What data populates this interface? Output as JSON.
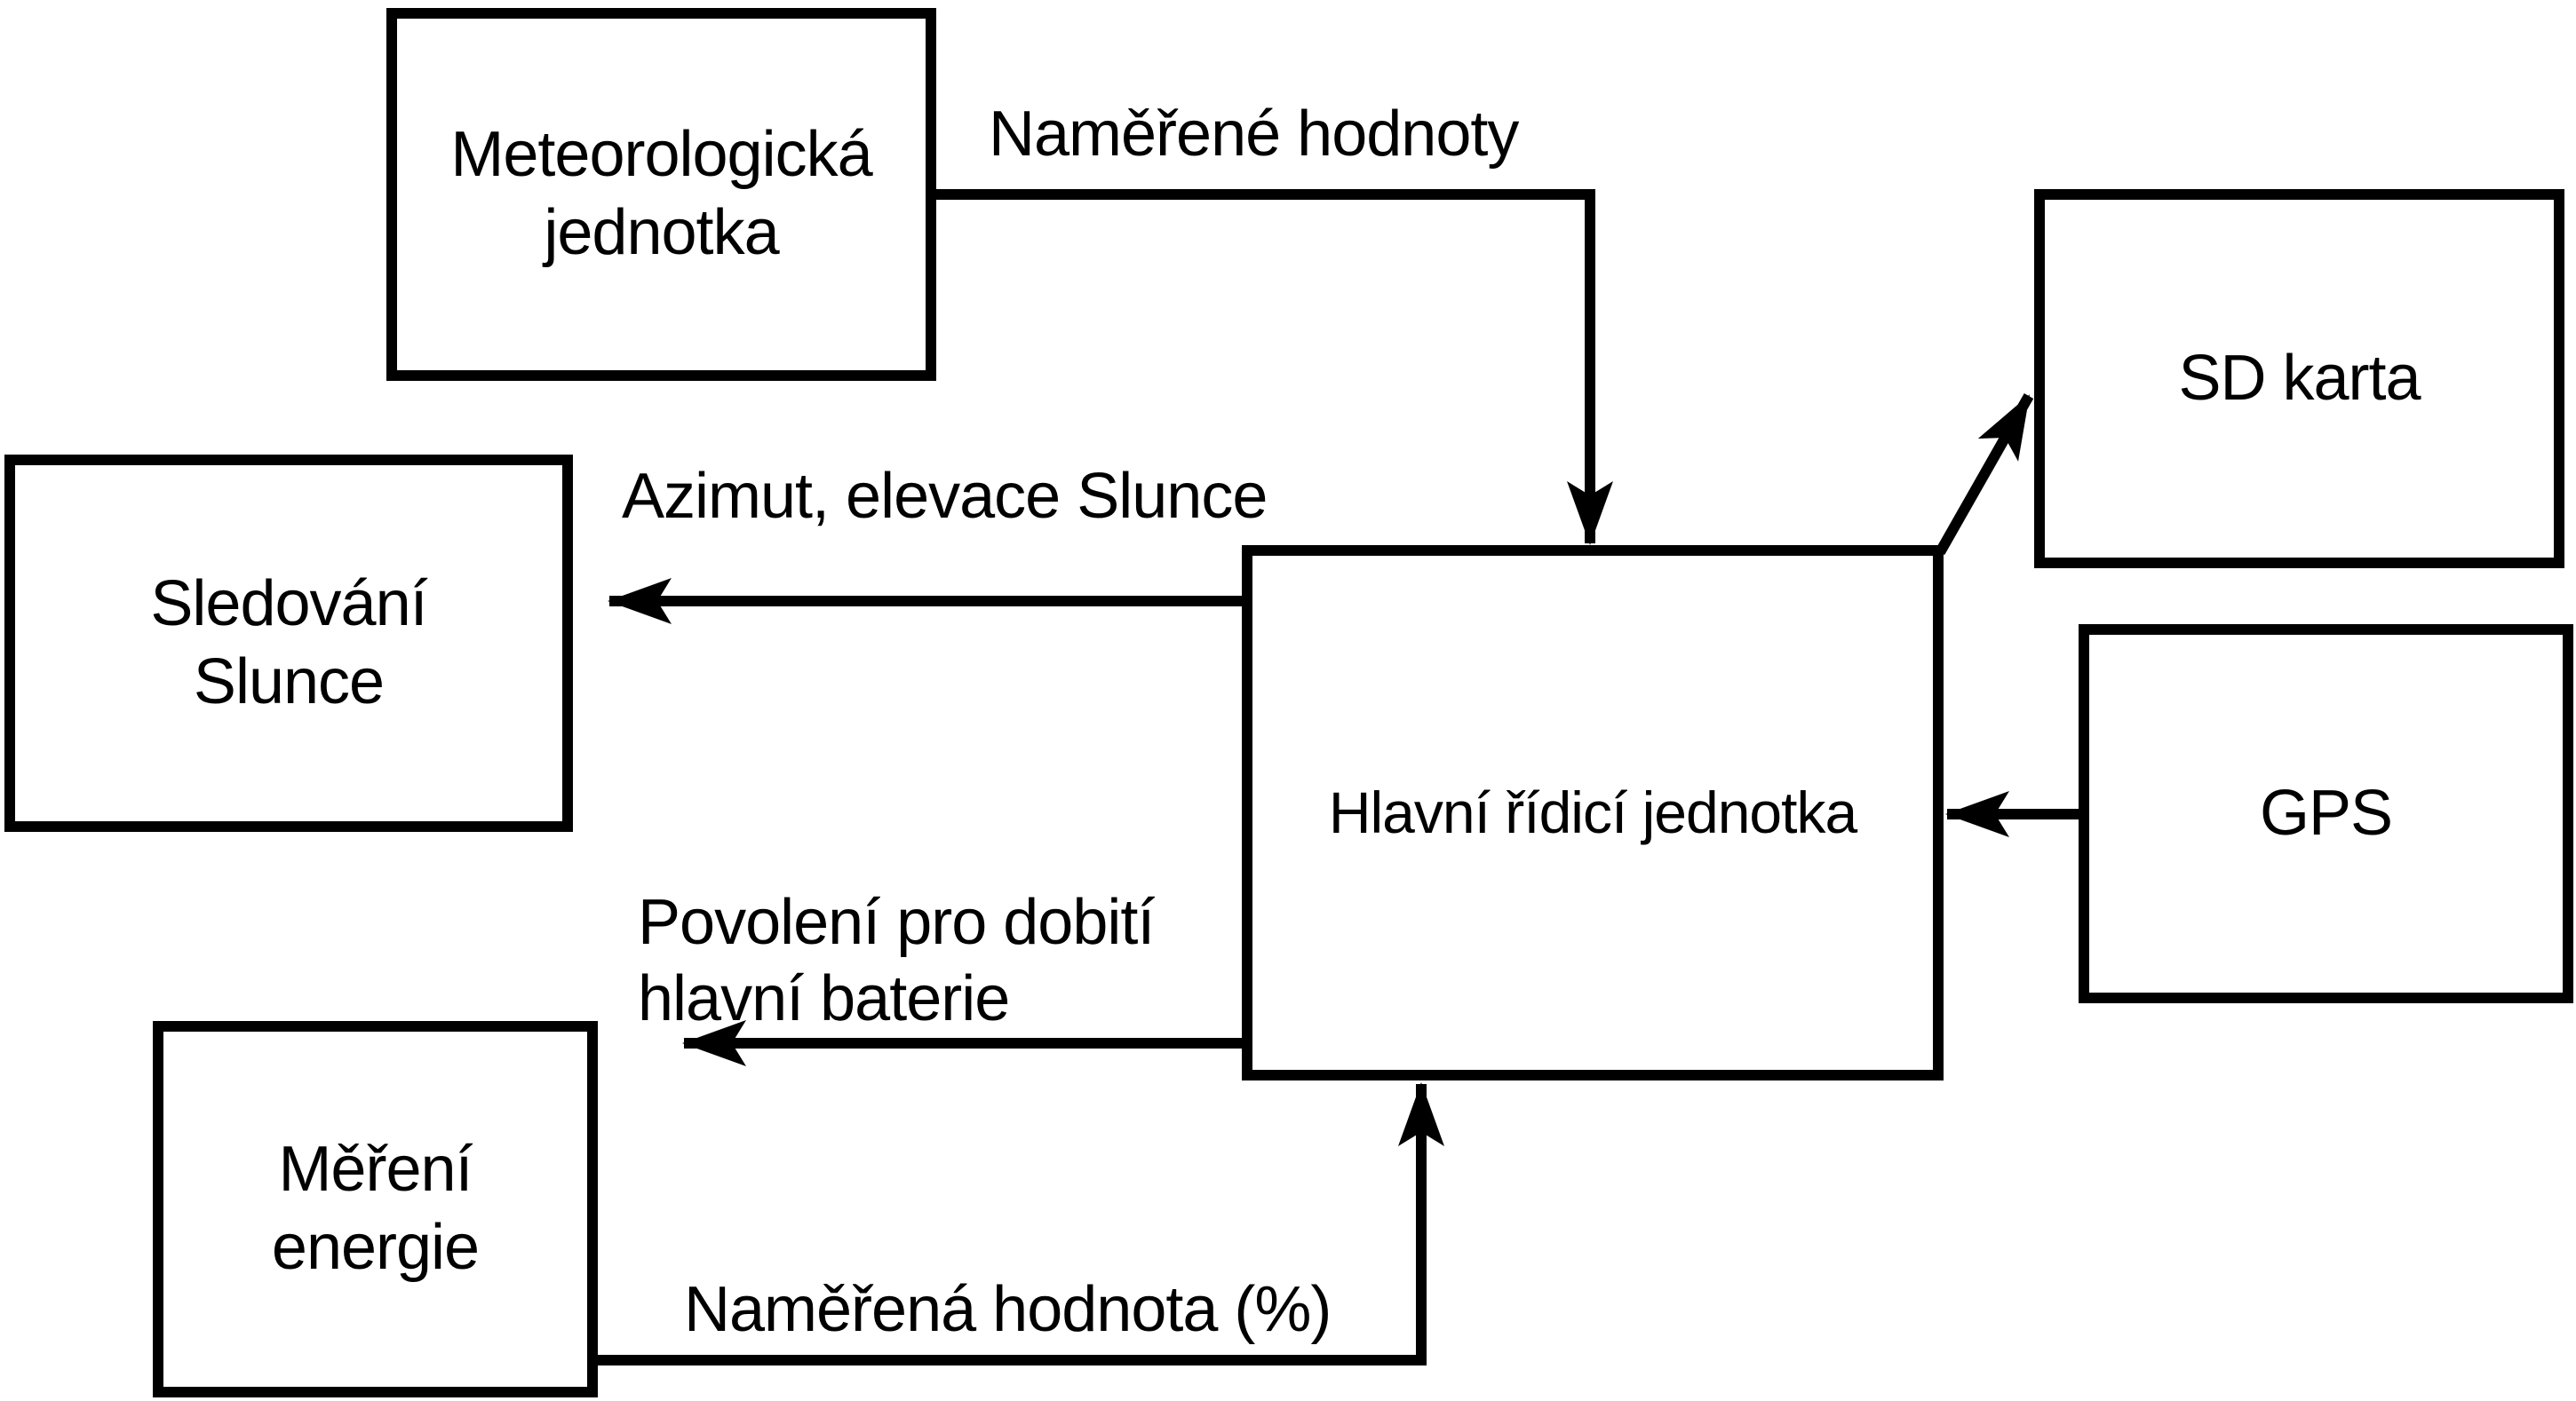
{
  "diagram": {
    "background_color": "#ffffff",
    "stroke_color": "#000000",
    "nodes": {
      "meteo_unit": {
        "line1": "Meteorologická",
        "line2": "jednotka"
      },
      "sun_tracking": {
        "line1": "Sledování",
        "line2": "Slunce"
      },
      "energy_metering": {
        "line1": "Měření",
        "line2": "energie"
      },
      "main_control": {
        "label": "Hlavní řídicí jednotka"
      },
      "sd_card": {
        "label": "SD karta"
      },
      "gps": {
        "label": "GPS"
      }
    },
    "edges": [
      {
        "from": "meteo_unit",
        "to": "main_control",
        "label": "Naměřené hodnoty"
      },
      {
        "from": "main_control",
        "to": "sun_tracking",
        "label": "Azimut, elevace Slunce"
      },
      {
        "from": "main_control",
        "to": "energy_metering",
        "label_line1": "Povolení pro dobití",
        "label_line2": "hlavní baterie"
      },
      {
        "from": "energy_metering",
        "to": "main_control",
        "label": "Naměřená hodnota (%)"
      },
      {
        "from": "main_control",
        "to": "sd_card"
      },
      {
        "from": "gps",
        "to": "main_control"
      }
    ]
  }
}
